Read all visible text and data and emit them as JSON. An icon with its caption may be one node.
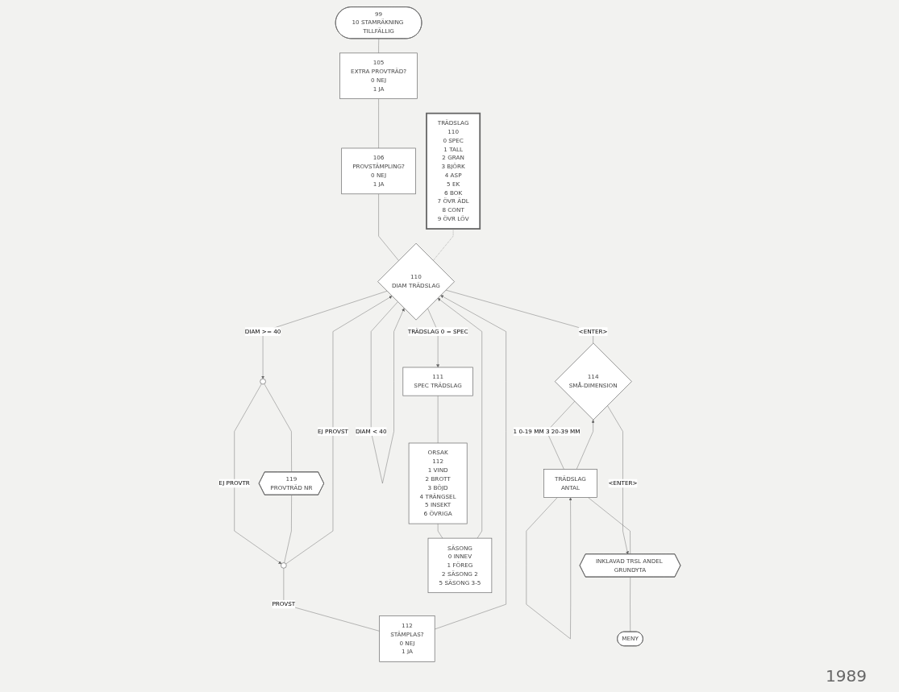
{
  "diagram": {
    "nodes": [
      {
        "text": [
          "99",
          "10 STAMRÄKNING TILLFÄLLIG"
        ]
      },
      {
        "text": [
          "105",
          "EXTRA PROVTRÄD?",
          "0 NEJ",
          "1 JA"
        ]
      },
      {
        "text": [
          "106",
          "PROVSTÄMPLING?",
          "0 NEJ",
          "1 JA"
        ]
      },
      {
        "text": [
          "TRÄDSLAG",
          "110",
          "0 SPEC",
          "1 TALL",
          "2 GRAN",
          "3 BJÖRK",
          "4 ASP",
          "5 EK",
          "6 BOK",
          "7 ÖVR ÄDL",
          "8 CONT",
          "9 ÖVR LÖV"
        ]
      },
      {
        "text": [
          "110",
          "DIAM TRÄDSLAG"
        ]
      },
      {
        "text": [
          "111",
          "SPEC TRÄDSLAG"
        ]
      },
      {
        "text": [],
        "shape": "circle"
      },
      {
        "text": [
          "119",
          "PROVTRÄD NR"
        ]
      },
      {
        "text": [
          "114",
          "SMÅ-DIMENSION"
        ]
      },
      {
        "text": [
          "ORSAK",
          "112",
          "1 VIND",
          "2 BROTT",
          "3 BÖJD",
          "4 TRÄNGSEL",
          "5 INSEKT",
          "6 ÖVRIGA"
        ]
      },
      {
        "text": [],
        "shape": "circle"
      },
      {
        "text": [
          "112",
          "STÄMPLAS?",
          "0 NEJ",
          "1 JA"
        ]
      },
      {
        "text": [
          "TRÄDSLAG",
          "ANTAL"
        ]
      },
      {
        "text": [
          "SÄSONG",
          "0 INNEV",
          "1 FÖREG",
          "2 SÄSONG 2",
          "5 SÄSONG 3-5"
        ]
      },
      {
        "text": [
          "INKLAVAD TRSL ANDEL GRUNDYTA"
        ]
      },
      {
        "text": [
          "MENY"
        ]
      }
    ],
    "edges": [
      {
        "from": 0,
        "to": 1,
        "arrow": "none"
      },
      {
        "from": 1,
        "to": 2,
        "arrow": "none"
      },
      {
        "from": 2,
        "to": 4,
        "arrow": "none"
      },
      {
        "from": 3,
        "to": 4,
        "arrow": "none",
        "style": "dashed"
      },
      {
        "from": 4,
        "to": 4,
        "arrow": "to",
        "label": "DIAM < 40"
      },
      {
        "from": 4,
        "to": 6,
        "arrow": "to",
        "label": "DIAM >= 40"
      },
      {
        "from": 4,
        "to": 5,
        "arrow": "to",
        "label": "TRÄDSLAG 0 = SPEC"
      },
      {
        "from": 4,
        "to": 8,
        "arrow": "none",
        "label": "<ENTER>"
      },
      {
        "from": 6,
        "to": 7,
        "arrow": "none"
      },
      {
        "from": 6,
        "to": 10,
        "arrow": "to",
        "label": "EJ PROVTR"
      },
      {
        "from": 7,
        "to": 10,
        "arrow": "none"
      },
      {
        "from": 10,
        "to": 4,
        "arrow": "to",
        "label": "EJ PROVST"
      },
      {
        "from": 10,
        "to": 11,
        "arrow": "none",
        "label": "PROVST"
      },
      {
        "from": 11,
        "to": 4,
        "arrow": "to"
      },
      {
        "from": 5,
        "to": 9,
        "arrow": "none"
      },
      {
        "from": 9,
        "to": 13,
        "arrow": "none"
      },
      {
        "from": 13,
        "to": 4,
        "arrow": "to"
      },
      {
        "from": 8,
        "to": 12,
        "arrow": "none",
        "label": "1 0-19 MM 3 20-39 MM"
      },
      {
        "from": 12,
        "to": 12,
        "arrow": "to"
      },
      {
        "from": 12,
        "to": 8,
        "arrow": "to"
      },
      {
        "from": 8,
        "to": 14,
        "arrow": "to",
        "label": "<ENTER>"
      },
      {
        "from": 12,
        "to": 14,
        "arrow": "none"
      },
      {
        "from": 14,
        "to": 15,
        "arrow": "none"
      }
    ],
    "labels": [
      "1989"
    ]
  }
}
